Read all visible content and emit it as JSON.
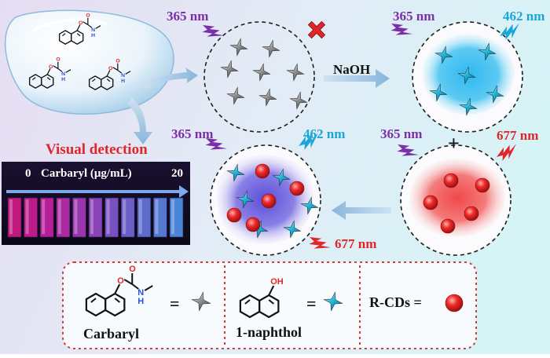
{
  "labels": {
    "uv": "365 nm",
    "blue_emission": "462 nm",
    "red_emission": "677 nm",
    "reagent": "NaOH",
    "plus": "+",
    "visual_detection": "Visual detection",
    "scale_start": "0",
    "scale_analyte": "Carbaryl (μg/mL)",
    "scale_end": "20",
    "equals": "="
  },
  "legend": {
    "carbaryl": "Carbaryl",
    "naphthol": "1-naphthol",
    "rcds": "R-CDs ="
  },
  "molecule_text": {
    "carbonyl_o": "O",
    "ester_o": "O",
    "amide_n": "N",
    "amide_h": "H",
    "hydroxyl": "OH"
  },
  "colors": {
    "uv_purple": "#7a2fa8",
    "blue_emission": "#1aa6d8",
    "red_emission": "#e0252b",
    "dashed_border_red": "#d83a3a"
  },
  "cuvettes": {
    "count": 11,
    "colors": [
      "#c2177f",
      "#bd1a8c",
      "#b51e97",
      "#a92aa3",
      "#9a35ad",
      "#8a43b6",
      "#7851c0",
      "#6a5ec7",
      "#5d6bcd",
      "#5478d2",
      "#4a85d7"
    ]
  }
}
